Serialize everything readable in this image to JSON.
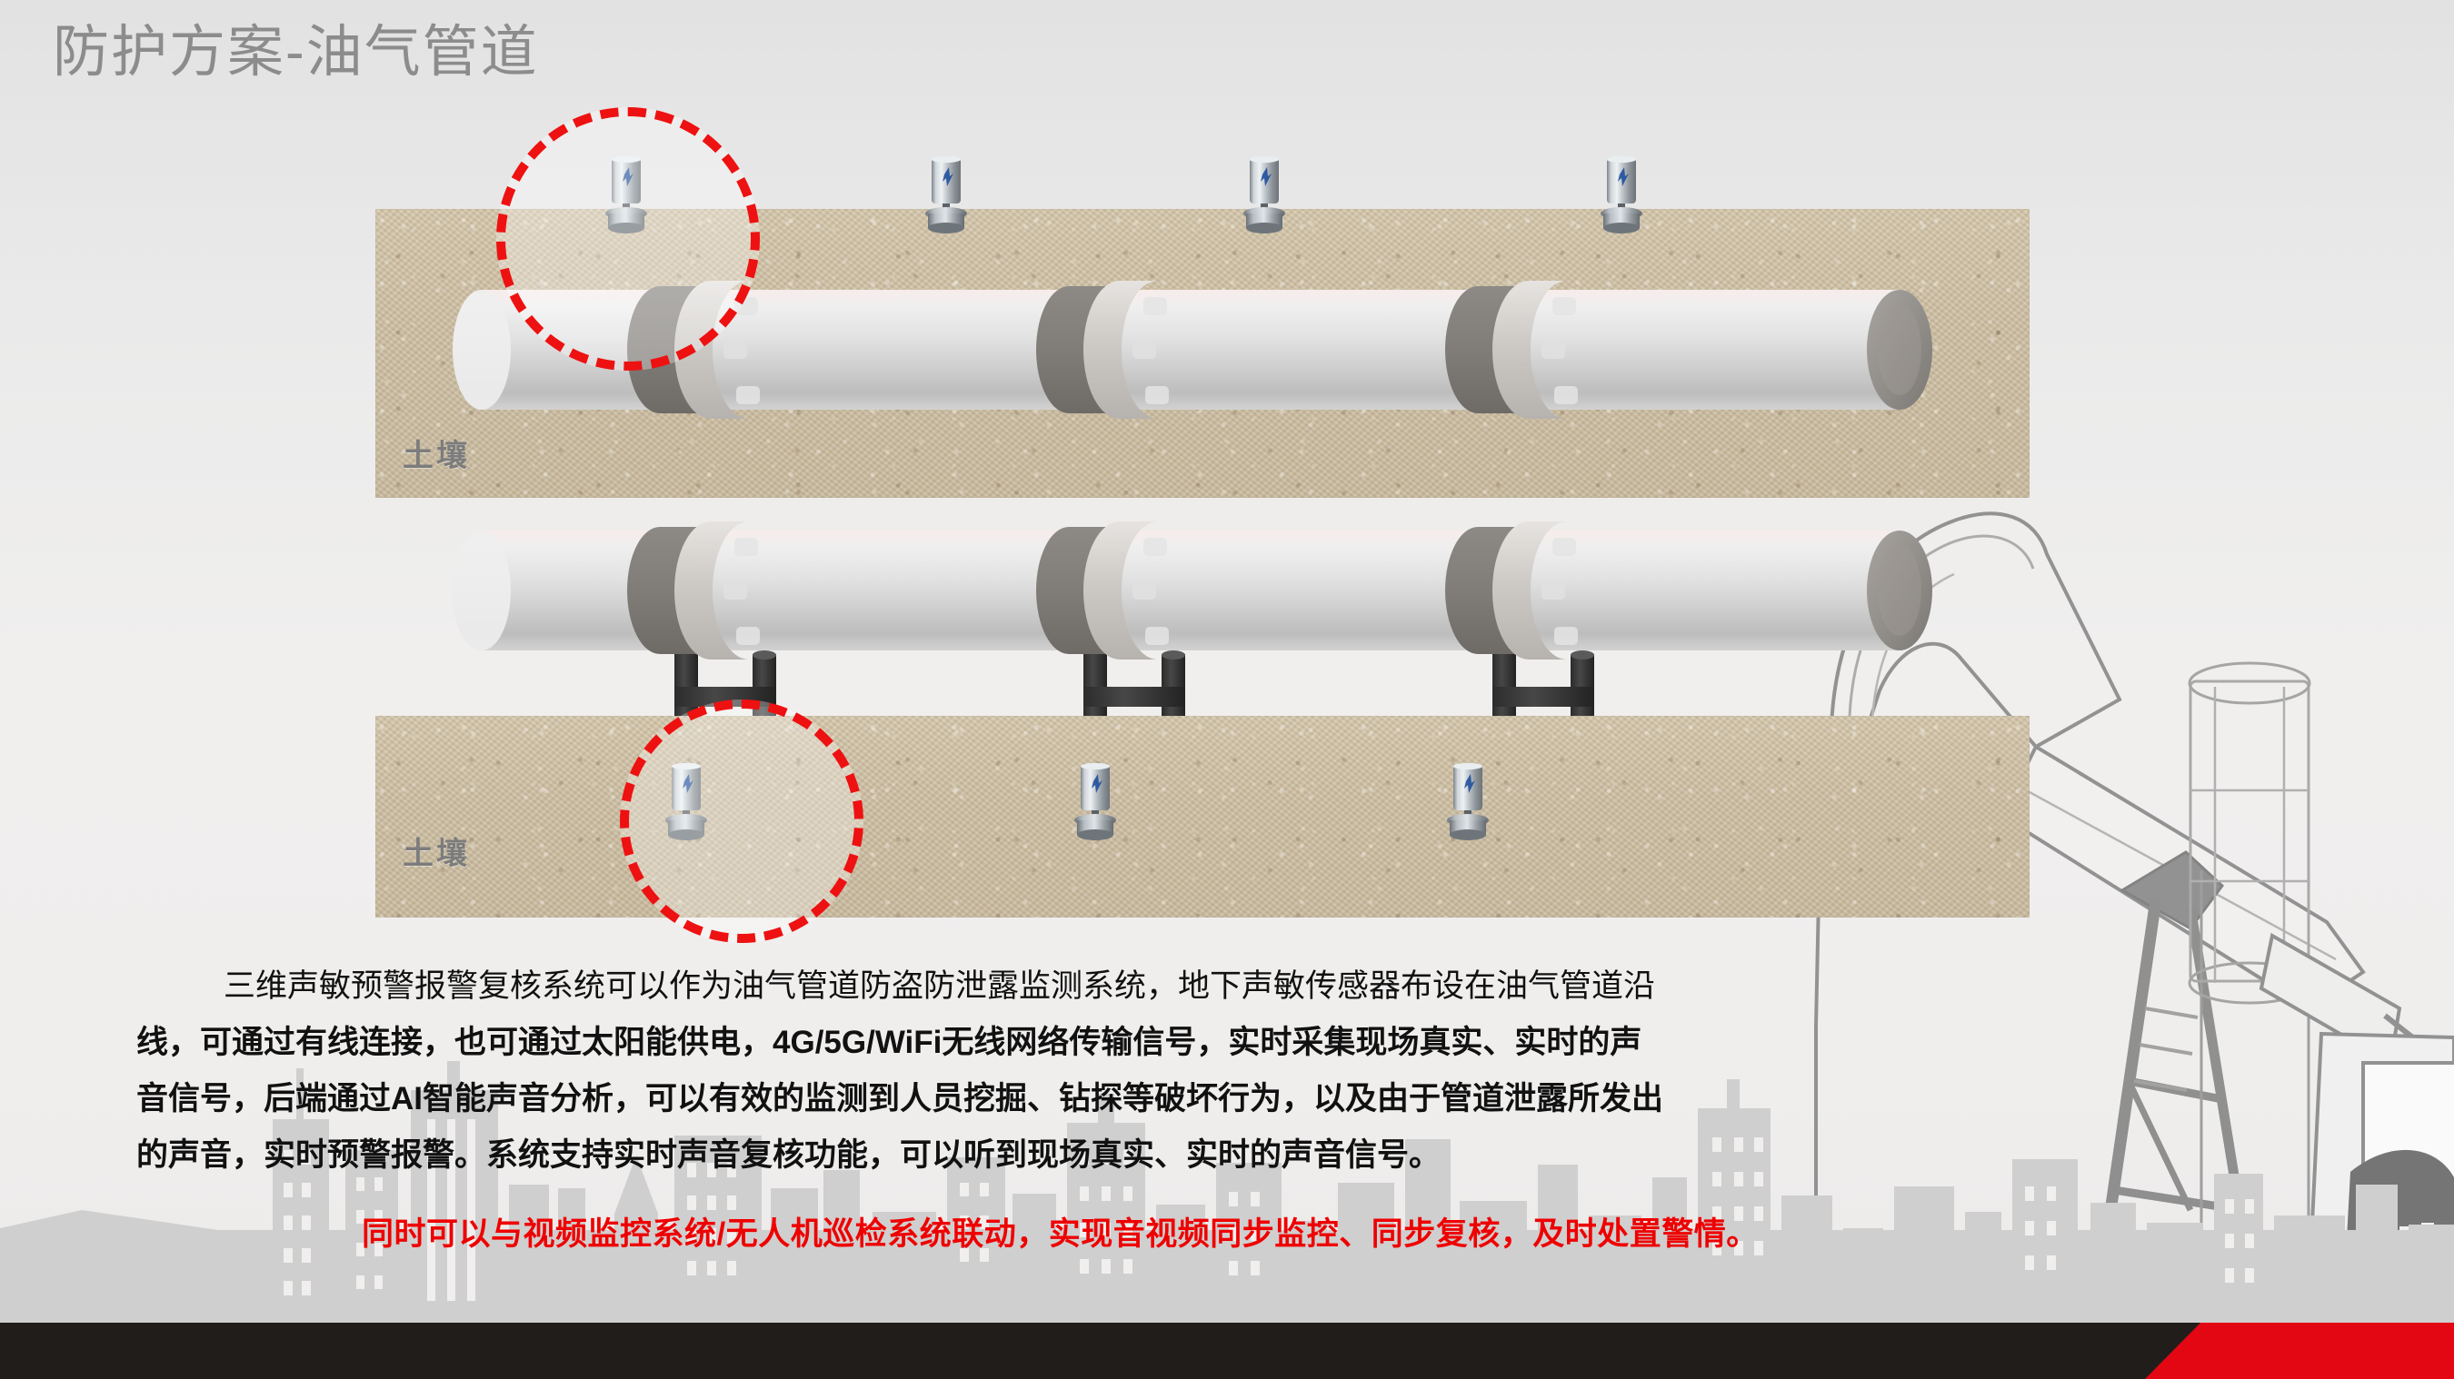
{
  "slide": {
    "title": "防护方案-油气管道",
    "accent_red": "#ef0000",
    "bar_dark": "#211d1b",
    "soil_color": "#cbbda2",
    "title_color": "#8c8c8c"
  },
  "diagram": {
    "soil_label_top": "土壤",
    "soil_label_bottom": "土壤",
    "sensor_name": "acoustic-sensor",
    "highlight_name": "red-dashed-highlight-circle",
    "top_sensor_count": 4,
    "bottom_sensor_count": 3
  },
  "body": {
    "lines": [
      "三维声敏预警报警复核系统可以作为油气管道防盗防泄露监测系统，地下声敏传感器布设在油气管道沿",
      "线，可通过有线连接，也可通过太阳能供电，4G/5G/WiFi无线网络传输信号，实时采集现场真实、实时的声",
      "音信号，后端通过AI智能声音分析，可以有效的监测到人员挖掘、钻探等破坏行为，以及由于管道泄露所发出",
      "的声音，实时预警报警。系统支持实时声音复核功能，可以听到现场真实、实时的声音信号。"
    ],
    "emphasis": "同时可以与视频监控系统/无人机巡检系统联动，实现音视频同步监控、同步复核，及时处置警情。"
  }
}
